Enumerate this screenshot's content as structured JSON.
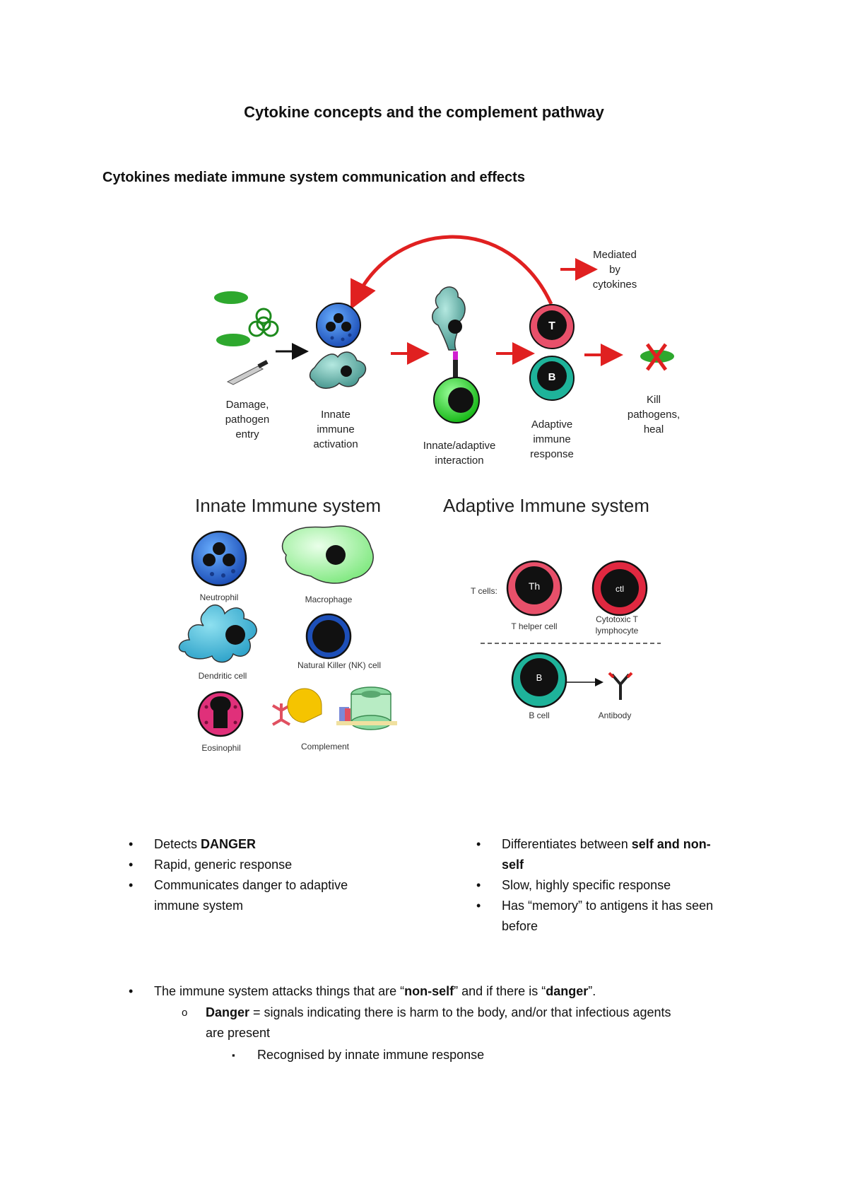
{
  "document": {
    "title": "Cytokine concepts and the complement pathway",
    "heading": "Cytokines mediate immune system communication and effects"
  },
  "flow_diagram": {
    "legend": "Mediated by cytokines",
    "legend_lines": [
      "Mediated",
      "by",
      "cytokines"
    ],
    "stages": [
      {
        "lines": [
          "Damage,",
          "pathogen",
          "entry"
        ]
      },
      {
        "lines": [
          "Innate",
          "immune",
          "activation"
        ]
      },
      {
        "lines": [
          "Innate/adaptive",
          "interaction"
        ]
      },
      {
        "lines": [
          "Adaptive",
          "immune",
          "response"
        ]
      },
      {
        "lines": [
          "Kill",
          "pathogens,",
          "heal"
        ]
      }
    ],
    "cell_letters": {
      "t": "T",
      "b": "B"
    }
  },
  "innate_panel": {
    "title": "Innate Immune system",
    "cells": [
      "Neutrophil",
      "Macrophage",
      "Dendritic cell",
      "Natural Killer (NK) cell",
      "Eosinophil",
      "Complement"
    ]
  },
  "adaptive_panel": {
    "title": "Adaptive Immune system",
    "t_cells_label": "T cells:",
    "th_letter": "Th",
    "ctl_letter": "ctl",
    "b_letter": "B",
    "cells": [
      "T helper cell",
      "Cytotoxic T lymphocyte",
      "B cell",
      "Antibody"
    ]
  },
  "colors": {
    "arrow_red": "#e02020",
    "pathogen_green": "#2ea82e"
  },
  "innate_bullets": [
    {
      "pre": "Detects ",
      "bold": "DANGER",
      "post": ""
    },
    {
      "pre": "Rapid, generic response",
      "bold": "",
      "post": ""
    },
    {
      "pre": "Communicates danger to adaptive",
      "bold": "",
      "post": ""
    },
    {
      "pre": "immune system",
      "bold": "",
      "post": ""
    }
  ],
  "adaptive_bullets": [
    {
      "pre": "Differentiates between ",
      "bold": "self and non-",
      "post": ""
    },
    {
      "pre": "",
      "bold": "self",
      "post": ""
    },
    {
      "pre": "Slow, highly specific response",
      "bold": "",
      "post": ""
    },
    {
      "pre": "Has “memory” to antigens it has seen",
      "bold": "",
      "post": ""
    },
    {
      "pre": "before",
      "bold": "",
      "post": ""
    }
  ],
  "main_points": {
    "point1": {
      "a": "The immune system attacks things that are “",
      "b": "non-self",
      "c": "” and if there is “",
      "d": "danger",
      "e": "”."
    },
    "point1_sub": {
      "b": "Danger",
      "a": " = signals indicating there is harm to the body, and/or that infectious agents"
    },
    "point1_sub_cont": "are present",
    "point1_subsub": "Recognised by innate immune response"
  }
}
